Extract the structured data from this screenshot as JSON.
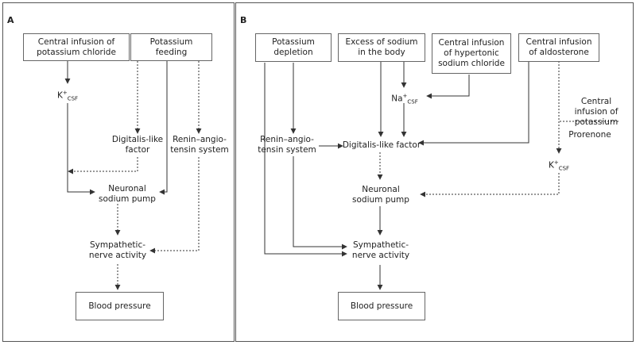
{
  "panel_a": {
    "label": "A",
    "nodes": {
      "central_infusion_kcl": "Central infusion of\npotassium chloride",
      "potassium_feeding": "Potassium\nfeeding",
      "k_csf_base": "K",
      "k_csf_sup": "+",
      "k_csf_sub": "CSF",
      "digitalis_like_factor": "Digitalis-like\nfactor",
      "renin_angiotensin": "Renin–angio-\ntensin system",
      "neuronal_sodium_pump": "Neuronal\nsodium pump",
      "sympathetic_nerve_activity": "Sympathetic-\nnerve activity",
      "blood_pressure": "Blood pressure"
    }
  },
  "panel_b": {
    "label": "B",
    "nodes": {
      "potassium_depletion": "Potassium\ndepletion",
      "excess_sodium": "Excess of sodium\nin the body",
      "central_infusion_hypertonic": "Central infusion\nof hypertonic\nsodium chloride",
      "central_infusion_aldosterone": "Central infusion\nof aldosterone",
      "na_csf_base": "Na",
      "na_csf_sup": "+",
      "na_csf_sub": "CSF",
      "central_infusion_potassium": "Central\ninfusion of\npotassium",
      "prorenone": "Prorenone",
      "renin_angiotensin": "Renin–angio-\ntensin system",
      "digitalis_like_factor": "Digitalis-like factor",
      "k_csf_base": "K",
      "k_csf_sup": "+",
      "k_csf_sub": "CSF",
      "neuronal_sodium_pump": "Neuronal\nsodium pump",
      "sympathetic_nerve_activity": "Sympathetic-\nnerve activity",
      "blood_pressure": "Blood pressure"
    }
  }
}
